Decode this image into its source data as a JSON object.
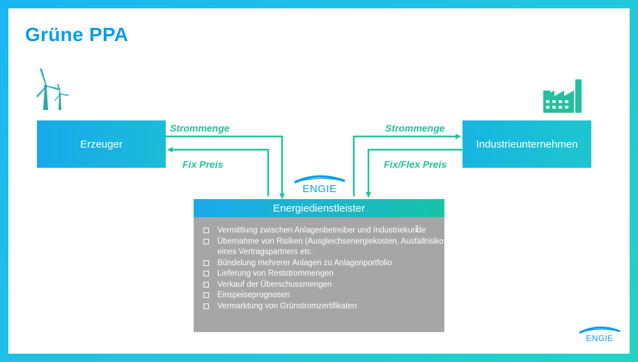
{
  "title": "Grüne PPA",
  "nodes": {
    "erzeuger": "Erzeuger",
    "industrie": "Industrieunternehmen",
    "energiedienstleister": "Energiedienstleister"
  },
  "flows": {
    "left_top": "Strommenge",
    "left_bottom": "Fix Preis",
    "right_top": "Strommenge",
    "right_bottom": "Fix/Flex Preis"
  },
  "logo_text": "ENGIE",
  "services": [
    "Vermittlung zwischen Anlagenbetreiber und Industriekunde",
    "Übernahme von Risiken (Ausgleichsenergiekosten, Ausfallrisiko eines Vertragspartners etc.",
    "Bündelung mehrerer Anlagen zu Anlagenportfolio",
    "Lieferung von Reststrommengen",
    "Verkauf der Überschussmengen",
    "Einspeiseprognosen",
    "Vermarktung von Grünstromzertifikaten"
  ],
  "icons": {
    "wind": "wind-turbine-icon",
    "factory": "factory-icon",
    "checkbox": "checkbox-icon"
  },
  "colors": {
    "title": "#0a9ee8",
    "flow_arrow": "#1fc39a",
    "list_bg": "#a6a6a6",
    "frame": "#19b7f2"
  }
}
